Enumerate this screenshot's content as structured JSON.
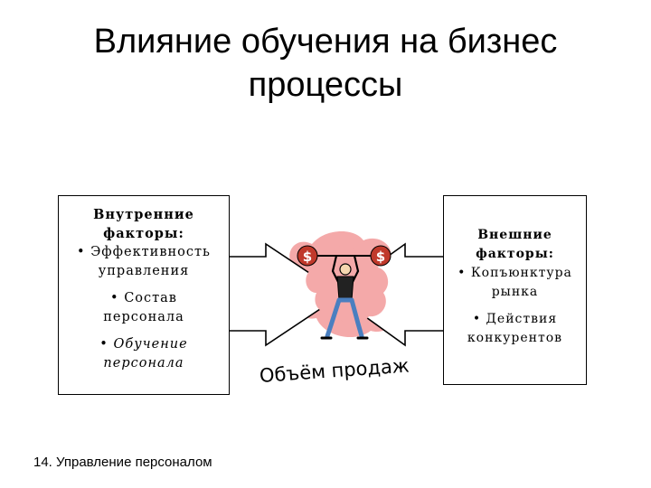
{
  "title": {
    "line1": "Влияние обучения на бизнес",
    "line2": "процессы"
  },
  "left_box": {
    "heading_line1": "Внутренние",
    "heading_line2": "факторы:",
    "item1_line1": "• Эффективность",
    "item1_line2": "управления",
    "item2_line1": "• Состав",
    "item2_line2": "персонала",
    "item3_line1": "• Обучение",
    "item3_line2": "персонала"
  },
  "right_box": {
    "heading_line1": "Внешние",
    "heading_line2": "факторы:",
    "item1_line1": "• Копъюнктура",
    "item1_line2": "рынка",
    "item2_line1": "• Действия",
    "item2_line2": "конкурентов"
  },
  "center": {
    "weight_symbol_left": "$",
    "weight_symbol_right": "$",
    "caption": "Объём продаж",
    "blob_color": "#f4a9a9",
    "weight_color": "#c0392b"
  },
  "footer": {
    "text": "14. Управление персоналом"
  }
}
